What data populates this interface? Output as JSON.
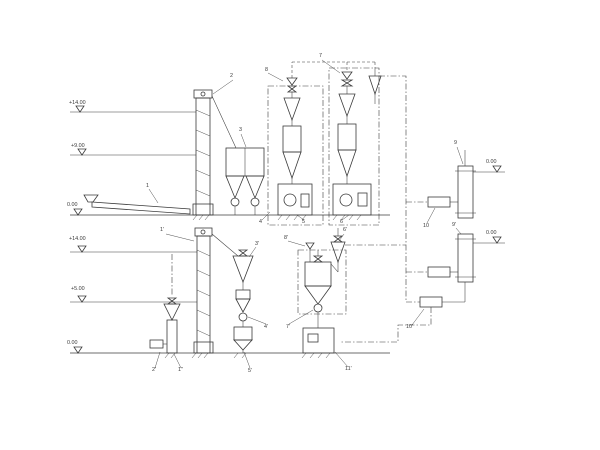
{
  "drawing": {
    "type": "process-flow-diagram",
    "colors": {
      "line": "#3b3b3b",
      "background": "#ffffff"
    }
  },
  "elevations": {
    "top_14": "+14.00",
    "top_9": "+9.00",
    "top_0": "0.00",
    "bottom_14": "+14.00",
    "bottom_5": "+5.00",
    "bottom_0": "0.00",
    "right_upper": "0.00",
    "right_lower": "0.00"
  },
  "equipment": {
    "screw_conveyor": "1",
    "bucket_elevator": "2",
    "surge_bin": "3",
    "feeder_left": "4",
    "mill_left": "5",
    "mill_right": "6",
    "cyclone_center": "7",
    "cyclone_left": "8",
    "airlock_upper": "9",
    "airlock_lower": "9'",
    "fan_upper": "10",
    "fan_lower": "10'",
    "bucket_elevator_2": "1'",
    "aspirator": "2'",
    "small_elevator": "1''",
    "cyclone_lower": "3'",
    "rotary_valve_lower": "4'",
    "surge_bin_lower": "5'",
    "cyclone_right_lower": "6'",
    "filter_lower": "7'",
    "filter_upper_lower": "8'",
    "bagging_machine": "11'"
  }
}
